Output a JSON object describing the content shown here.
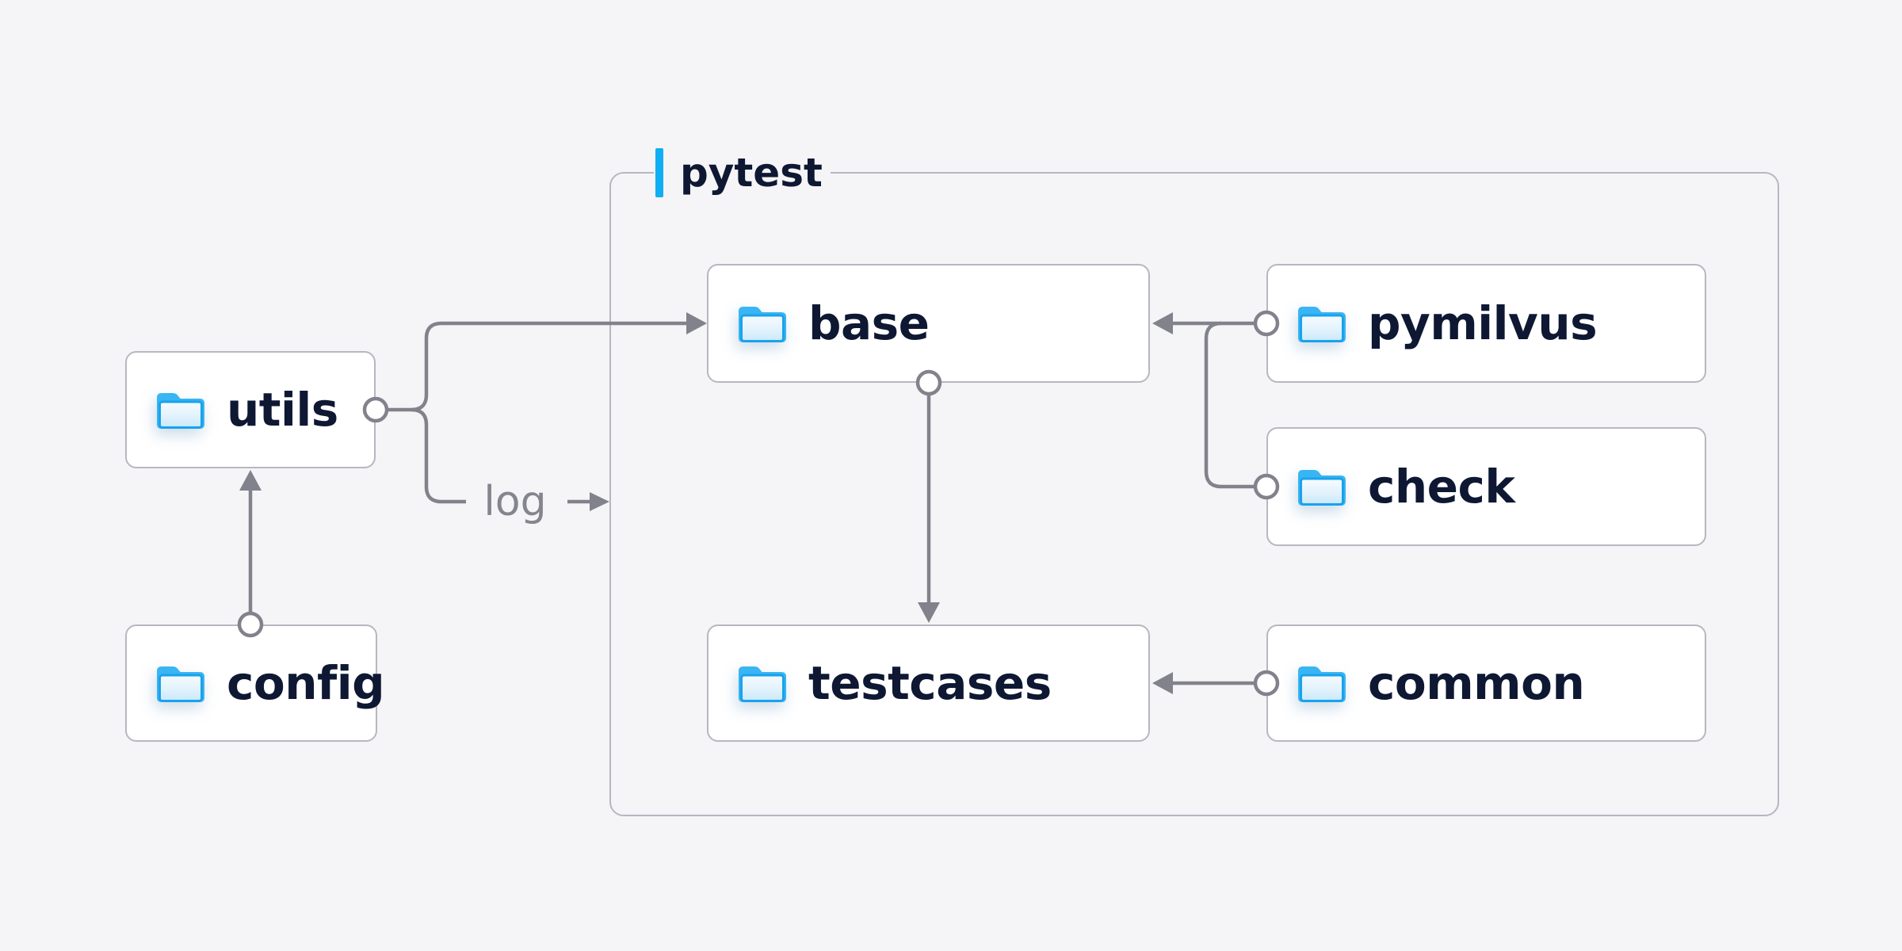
{
  "page": {
    "background": "#f5f5f7"
  },
  "palette": {
    "accent_blue": "#10aef3",
    "wire_gray": "#82828c",
    "label_dark": "#0e1833",
    "muted_gray": "#85858f",
    "border_gray": "#b7b7c1",
    "folder_border_blue": "#19a2ec",
    "folder_back_blue": "#38b5f2",
    "node_background": "#ffffff"
  },
  "container": {
    "label": "pytest"
  },
  "nodes": {
    "utils": {
      "label": "utils"
    },
    "config": {
      "label": "config"
    },
    "base": {
      "label": "base"
    },
    "pymilvus": {
      "label": "pymilvus"
    },
    "check": {
      "label": "check"
    },
    "testcases": {
      "label": "testcases"
    },
    "common": {
      "label": "common"
    }
  },
  "edge_label": {
    "log": "log"
  },
  "edges": [
    {
      "from": "config",
      "to": "utils"
    },
    {
      "from": "utils",
      "to": "base"
    },
    {
      "from": "utils",
      "to": "log",
      "label": "log"
    },
    {
      "from": "pymilvus",
      "to": "base"
    },
    {
      "from": "check",
      "to": "base"
    },
    {
      "from": "base",
      "to": "testcases"
    },
    {
      "from": "common",
      "to": "testcases"
    }
  ]
}
